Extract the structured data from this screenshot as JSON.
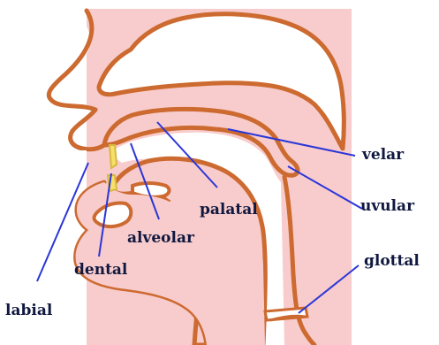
{
  "diagram": {
    "colors": {
      "tissue": "#f8cccc",
      "outline": "#cc6a30",
      "pointer": "#2a36d8",
      "label": "#101840",
      "background": "#ffffff"
    },
    "labels": {
      "velar": "velar",
      "uvular": "uvular",
      "palatal": "palatal",
      "alveolar": "alveolar",
      "dental": "dental",
      "glottal": "glottal",
      "labial": "labial"
    }
  }
}
